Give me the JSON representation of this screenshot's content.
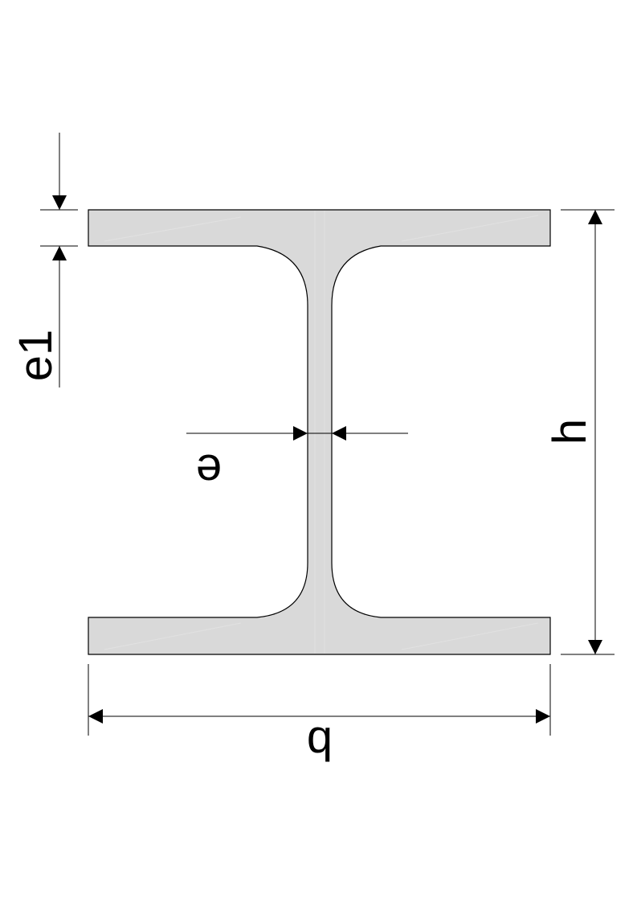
{
  "labels": {
    "flange_thickness": "e1",
    "web_thickness": "e",
    "height": "h",
    "width": "b"
  },
  "colors": {
    "section_fill": "#d9d9d9",
    "outline": "#000000",
    "background": "#ffffff"
  }
}
